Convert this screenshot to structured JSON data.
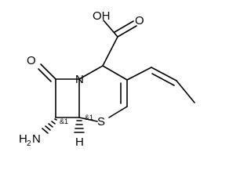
{
  "molecule": {
    "atoms": {
      "oxygen_carbonyl": "O",
      "oxygen_acid_double": "O",
      "hydroxyl": "OH",
      "ring_nitrogen": "N",
      "ring_sulfur": "S",
      "amine": "H",
      "amine_n": "N",
      "amine_h2": "2",
      "bridge_hydrogen": "H"
    },
    "stereo_labels": {
      "c7": "&1",
      "c6": "&1"
    }
  },
  "colors": {
    "bond": "#000000",
    "text": "#000000",
    "background": "#ffffff"
  }
}
